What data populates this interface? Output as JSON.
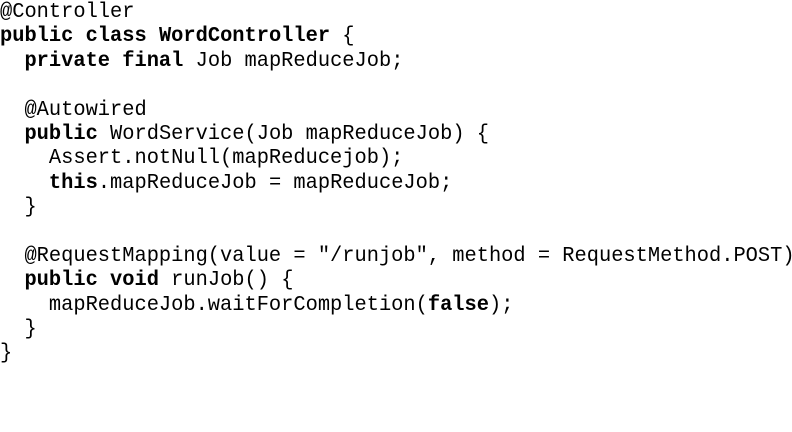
{
  "code": {
    "lines": [
      [
        {
          "t": "@Controller"
        }
      ],
      [
        {
          "t": "public",
          "k": 1
        },
        {
          "t": " "
        },
        {
          "t": "class",
          "k": 1
        },
        {
          "t": " "
        },
        {
          "t": "WordController",
          "k": 1
        },
        {
          "t": " {"
        }
      ],
      [
        {
          "t": "  "
        },
        {
          "t": "private",
          "k": 1
        },
        {
          "t": " "
        },
        {
          "t": "final",
          "k": 1
        },
        {
          "t": " Job mapReduceJob;"
        }
      ],
      [],
      [
        {
          "t": "  @Autowired"
        }
      ],
      [
        {
          "t": "  "
        },
        {
          "t": "public",
          "k": 1
        },
        {
          "t": " WordService(Job mapReduceJob) {"
        }
      ],
      [
        {
          "t": "    Assert.notNull(mapReducejob);"
        }
      ],
      [
        {
          "t": "    "
        },
        {
          "t": "this",
          "k": 1
        },
        {
          "t": ".mapReduceJob = mapReduceJob;"
        }
      ],
      [
        {
          "t": "  }"
        }
      ],
      [],
      [
        {
          "t": "  @RequestMapping(value = \"/runjob\", method = RequestMethod.POST)"
        }
      ],
      [
        {
          "t": "  "
        },
        {
          "t": "public",
          "k": 1
        },
        {
          "t": " "
        },
        {
          "t": "void",
          "k": 1
        },
        {
          "t": " runJob() {"
        }
      ],
      [
        {
          "t": "    mapReduceJob.waitForCompletion("
        },
        {
          "t": "false",
          "k": 1
        },
        {
          "t": ");"
        }
      ],
      [
        {
          "t": "  }"
        }
      ],
      [
        {
          "t": "}"
        }
      ]
    ]
  }
}
